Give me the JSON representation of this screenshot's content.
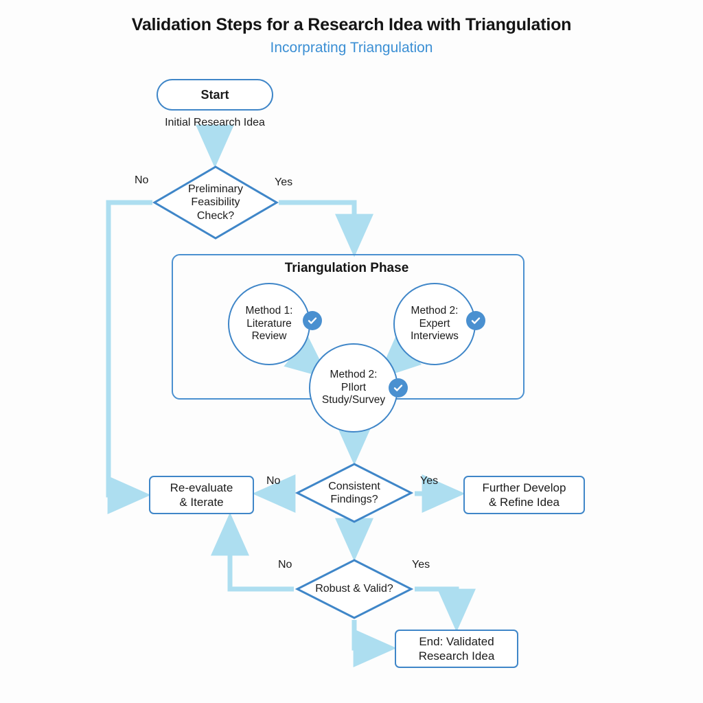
{
  "header": {
    "title": "Validation Steps for a Research Idea with Triangulation",
    "subtitle": "Incorprating Triangulation"
  },
  "colors": {
    "node_stroke": "#3f86c8",
    "container_stroke": "#4a90d0",
    "edge": "#addef0",
    "badge": "#4a90d0",
    "subtitle": "#3b8fd4",
    "text": "#1b1b1b",
    "background": "#fdfdfd"
  },
  "nodes": {
    "start": {
      "label": "Start",
      "caption": "Initial Research Idea"
    },
    "preliminary": {
      "label": "Preliminary\nFeasibility\nCheck?"
    },
    "triangulation": {
      "title": "Triangulation Phase"
    },
    "method1": {
      "label": "Method 1:\nLiterature\nReview",
      "badge": "check-icon"
    },
    "method2": {
      "label": "Method 2:\nExpert\nInterviews",
      "badge": "check-icon"
    },
    "method3": {
      "label": "Method 2:\nPIlort\nStudy/Survey",
      "badge": "check-icon"
    },
    "consistent": {
      "label": "Consistent\nFindings?"
    },
    "reevaluate": {
      "label": "Re-evaluate\n& Iterate"
    },
    "further": {
      "label": "Further Develop\n& Refine Idea"
    },
    "robust": {
      "label": "Robust & Valid?"
    },
    "end": {
      "label": "End: Validated\nResearch Idea"
    }
  },
  "edge_labels": {
    "preliminary_no": "No",
    "preliminary_yes": "Yes",
    "consistent_no": "No",
    "consistent_yes": "Yes",
    "robust_no": "No",
    "robust_yes": "Yes"
  },
  "chart_data": {
    "type": "diagram",
    "title": "Validation Steps for a Research Idea with Triangulation",
    "subtitle": "Incorprating Triangulation",
    "shape_types": {
      "start": "rounded-terminator",
      "preliminary": "diamond",
      "method1": "circle",
      "method2": "circle",
      "method3": "circle",
      "consistent": "diamond",
      "robust": "diamond",
      "reevaluate": "rectangle",
      "further": "rectangle",
      "end": "rectangle",
      "triangulation": "container"
    },
    "edges": [
      {
        "from": "start",
        "to": "preliminary",
        "label": "Initial Research Idea"
      },
      {
        "from": "preliminary",
        "to": "reevaluate",
        "label": "No"
      },
      {
        "from": "preliminary",
        "to": "triangulation",
        "label": "Yes"
      },
      {
        "from": "method1",
        "to": "method3",
        "label": ""
      },
      {
        "from": "method2",
        "to": "method3",
        "label": ""
      },
      {
        "from": "method3",
        "to": "consistent",
        "label": ""
      },
      {
        "from": "consistent",
        "to": "reevaluate",
        "label": "No"
      },
      {
        "from": "consistent",
        "to": "further",
        "label": "Yes"
      },
      {
        "from": "consistent",
        "to": "robust",
        "label": ""
      },
      {
        "from": "robust",
        "to": "reevaluate",
        "label": "No"
      },
      {
        "from": "robust",
        "to": "end",
        "label": "Yes"
      },
      {
        "from": "robust",
        "to": "end",
        "label": ""
      }
    ]
  }
}
